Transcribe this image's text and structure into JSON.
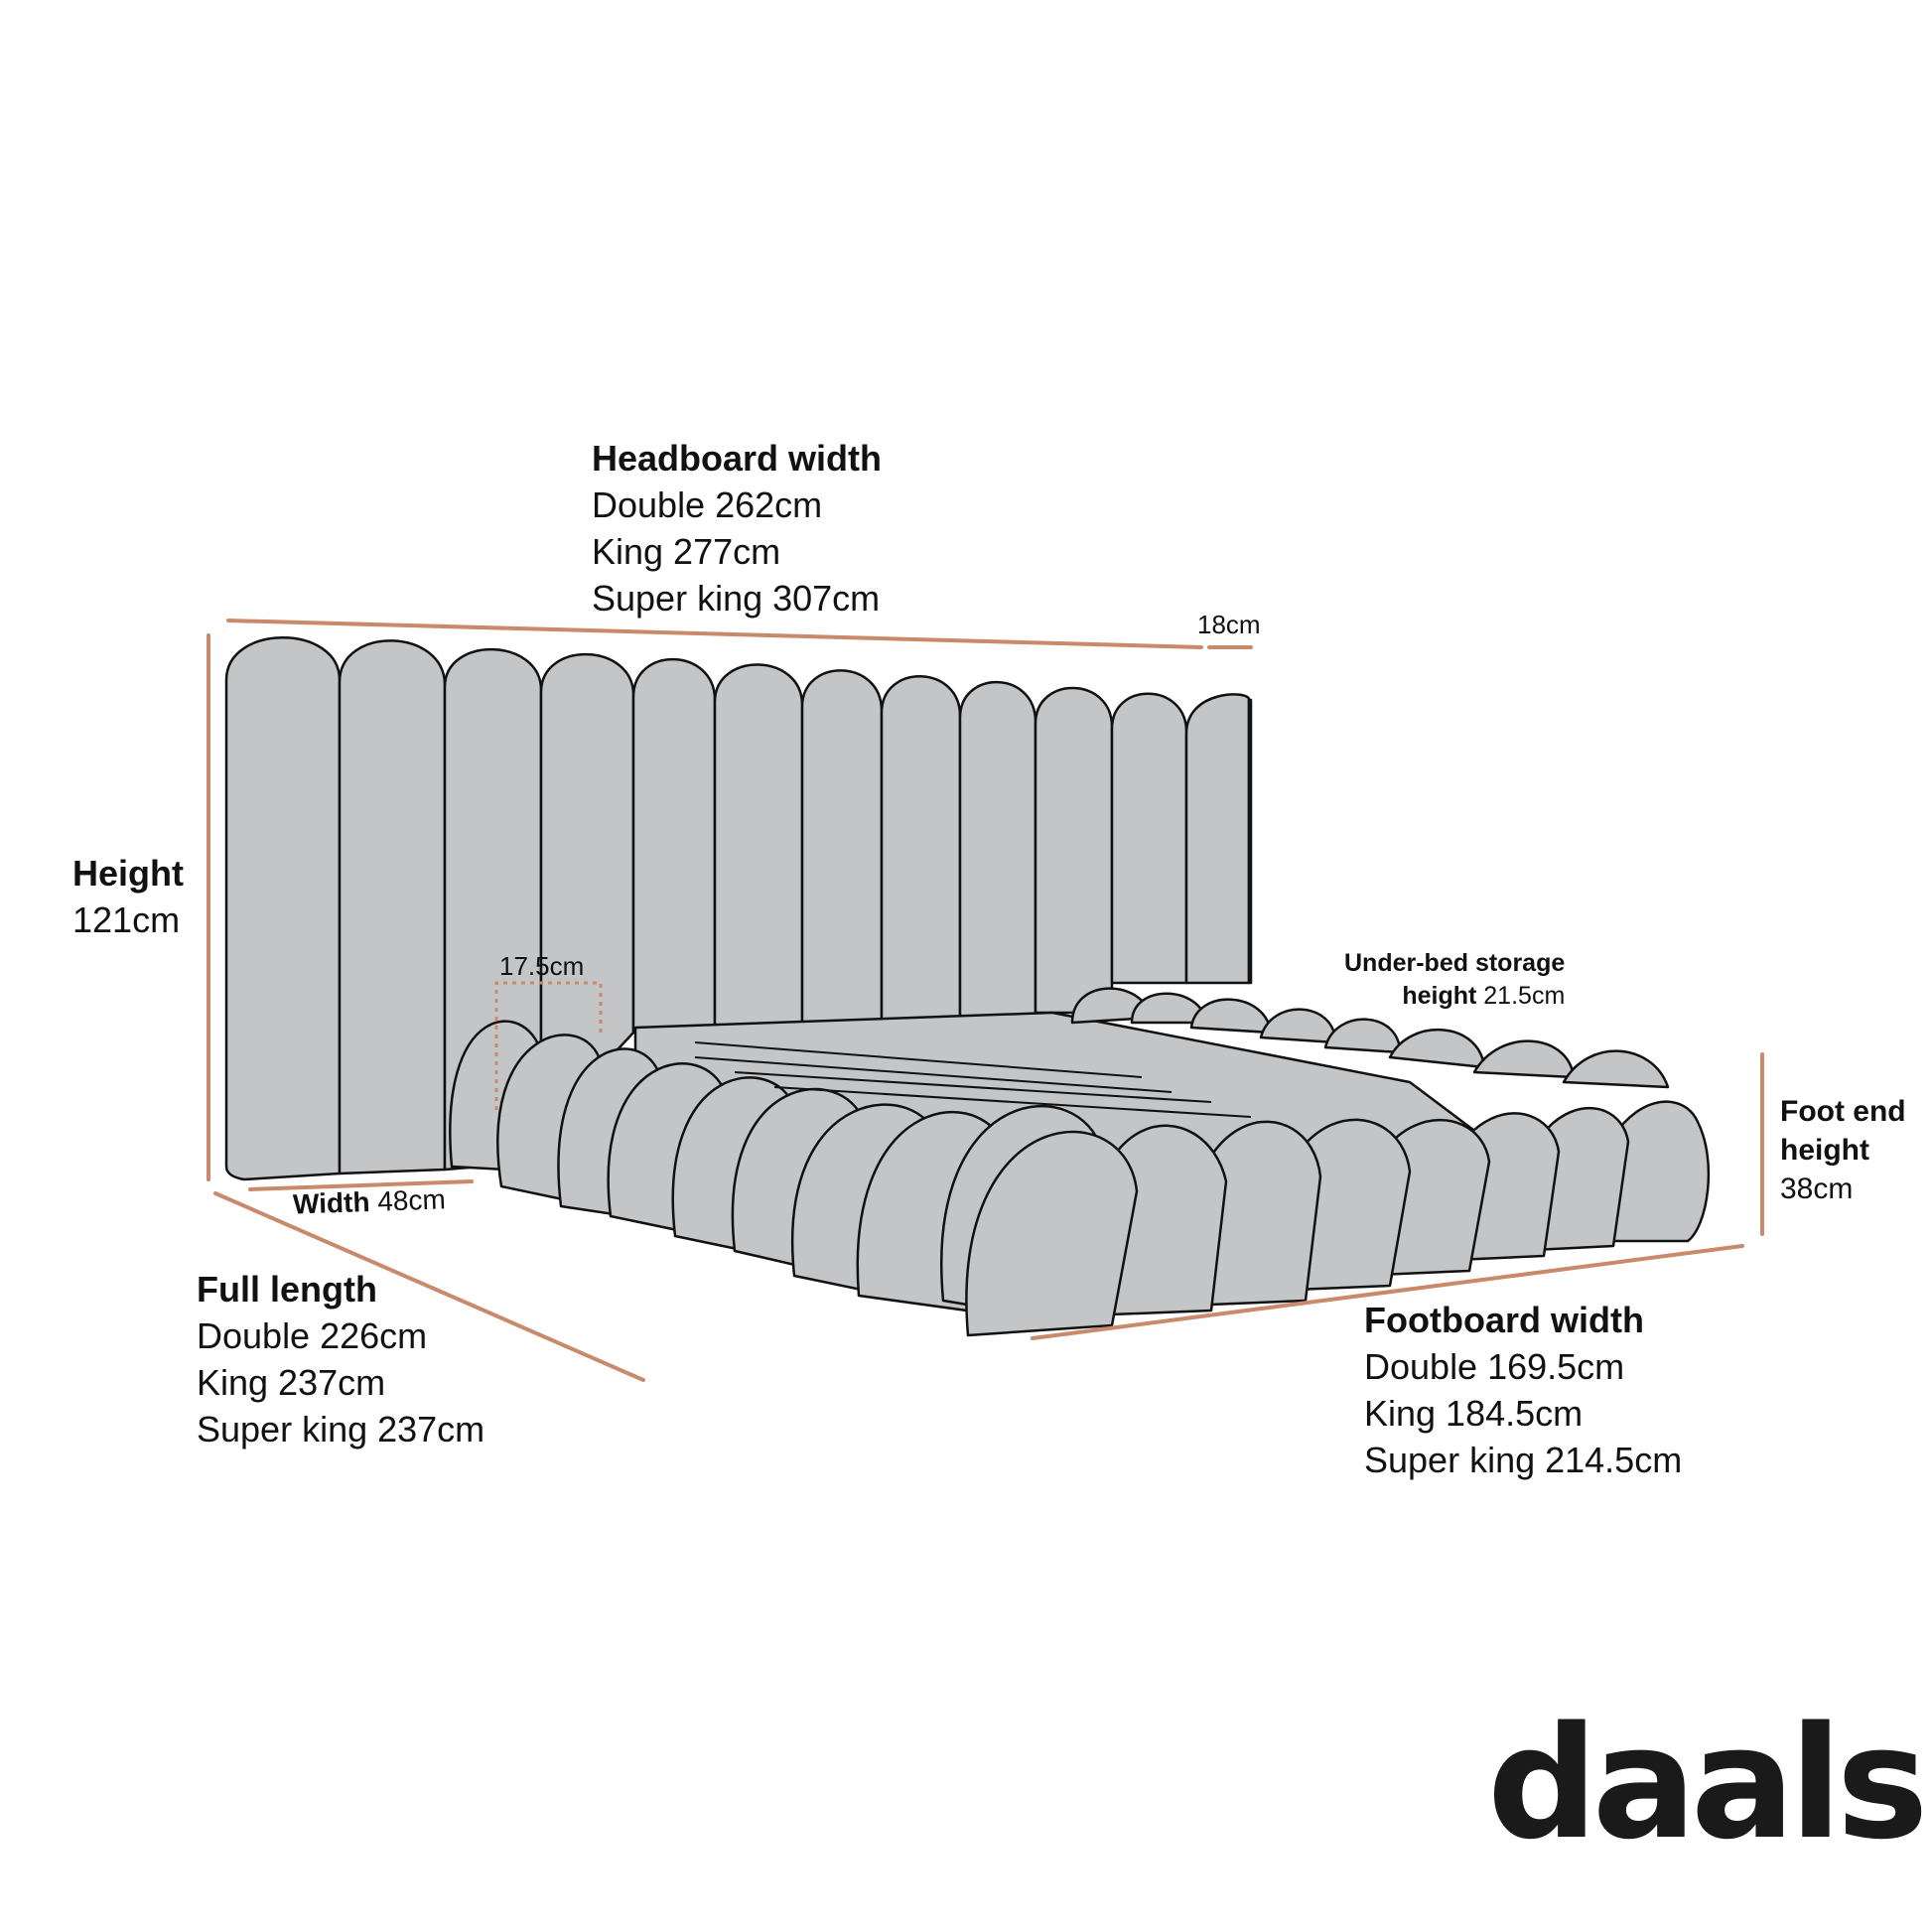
{
  "headboard_width": {
    "title": "Headboard width",
    "lines": [
      "Double 262cm",
      "King 277cm",
      "Super king 307cm"
    ],
    "depth": "18cm"
  },
  "height": {
    "title": "Height",
    "value": "121cm"
  },
  "panel_width": "17.5cm",
  "width": {
    "title": "Width",
    "value": "48cm"
  },
  "full_length": {
    "title": "Full length",
    "lines": [
      "Double 226cm",
      "King 237cm",
      "Super king 237cm"
    ]
  },
  "storage": {
    "line1": "Under-bed storage",
    "title": "height",
    "value": "21.5cm"
  },
  "foot_end": {
    "line1": "Foot end",
    "line2": "height",
    "value": "38cm"
  },
  "footboard_width": {
    "title": "Footboard width",
    "lines": [
      "Double 169.5cm",
      "King 184.5cm",
      "Super king 214.5cm"
    ]
  },
  "brand": {
    "name": "daals",
    "dot": "."
  },
  "colors": {
    "accent": "#c98a6b",
    "fill": "#c4c5c7",
    "outline": "#111111",
    "text": "#111111"
  }
}
